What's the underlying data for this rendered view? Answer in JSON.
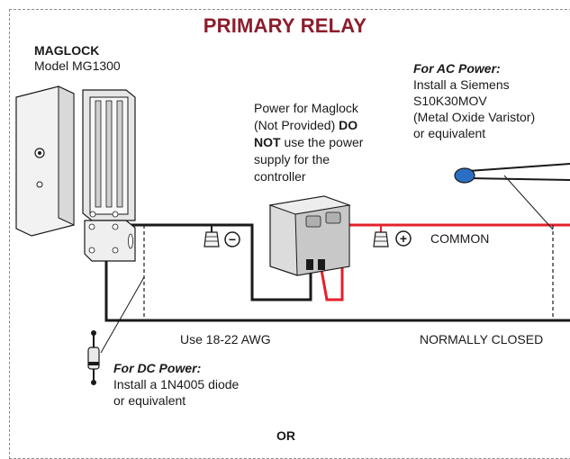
{
  "title": "PRIMARY RELAY",
  "maglock": {
    "heading": "MAGLOCK",
    "model": "Model MG1300"
  },
  "power_note": {
    "line1": "Power for Maglock",
    "line2_a": "(Not Provided) ",
    "line2_b": "DO",
    "line3_a": "NOT",
    "line3_b": " use the power",
    "line4": "supply for the",
    "line5": "controller"
  },
  "ac_power": {
    "heading": "For AC Power:",
    "line1": "Install a Siemens",
    "line2": "S10K30MOV",
    "line3": "(Metal Oxide Varistor)",
    "line4": "or equivalent"
  },
  "dc_power": {
    "heading": "For DC Power:",
    "line1": "Install a 1N4005 diode",
    "line2": "or equivalent"
  },
  "labels": {
    "common": "COMMON",
    "normally_closed": "NORMALLY CLOSED",
    "awg": "Use 18-22 AWG",
    "or": "OR",
    "minus": "−",
    "plus": "+"
  },
  "colors": {
    "title": "#8c1d2c",
    "wire_positive": "#e3202b",
    "wire": "#1a1a1a",
    "mov": "#2b6fc4"
  }
}
